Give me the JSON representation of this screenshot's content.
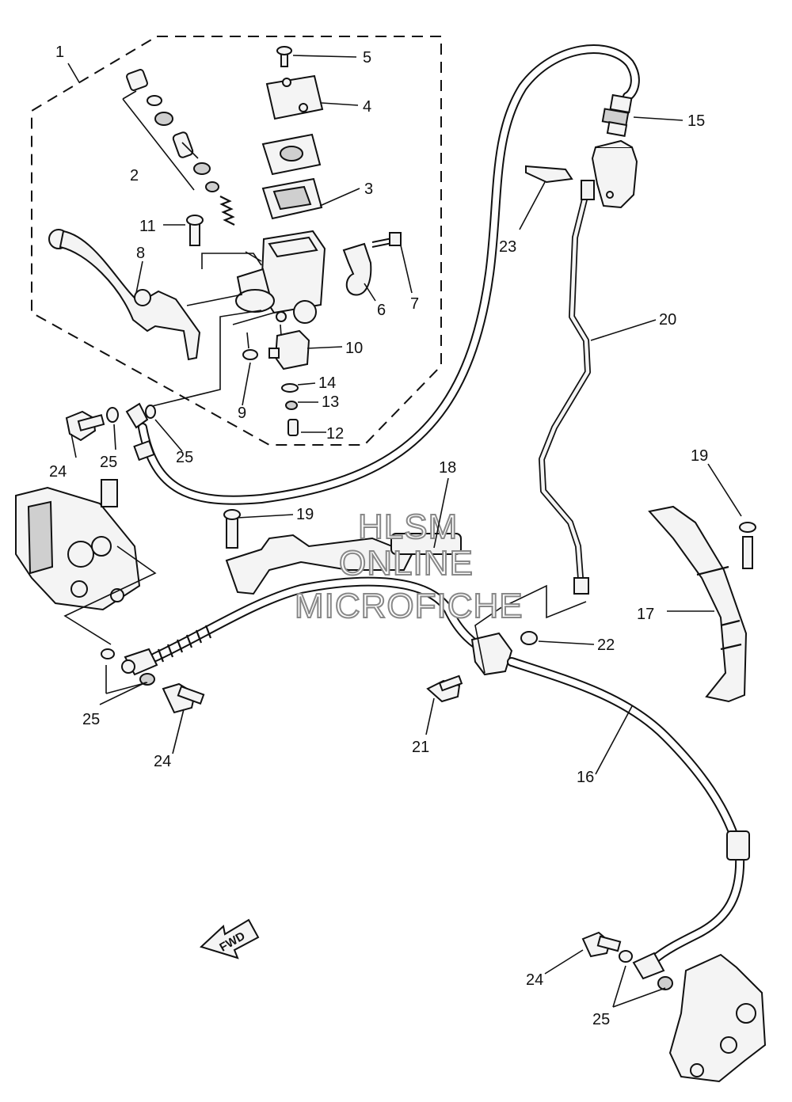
{
  "watermark": {
    "line1": "HLSM",
    "line2": "ONLINE",
    "line3": "MICROFICHE"
  },
  "fwd_label": "FWD",
  "callouts": {
    "c1": "1",
    "c2": "2",
    "c3": "3",
    "c4": "4",
    "c5": "5",
    "c6": "6",
    "c7": "7",
    "c8": "8",
    "c9": "9",
    "c10": "10",
    "c11": "11",
    "c12": "12",
    "c13": "13",
    "c14": "14",
    "c15": "15",
    "c16": "16",
    "c17": "17",
    "c18": "18",
    "c19a": "19",
    "c19b": "19",
    "c20": "20",
    "c21": "21",
    "c22": "22",
    "c23": "23",
    "c24a": "24",
    "c24b": "24",
    "c24c": "24",
    "c25a": "25",
    "c25b": "25",
    "c25c": "25",
    "c25d": "25"
  }
}
